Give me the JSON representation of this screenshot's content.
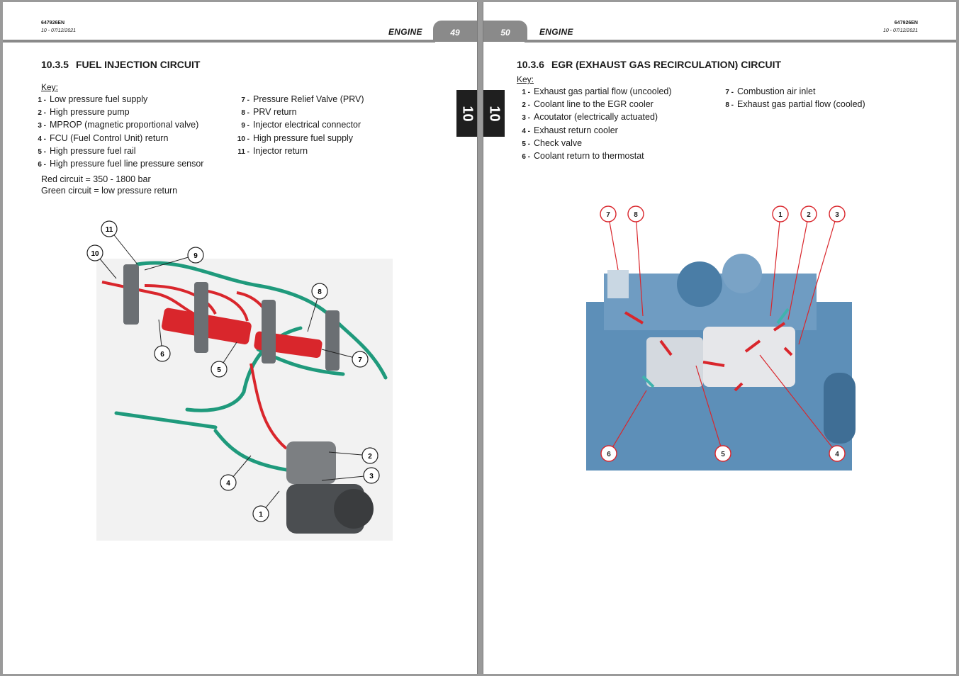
{
  "left_page": {
    "doc_code": "647926EN",
    "doc_date": "10 - 07/12/2021",
    "section_word": "ENGINE",
    "page_number": "49",
    "chapter_tab": "10",
    "section_number": "10.3.5",
    "section_title": "FUEL INJECTION CIRCUIT",
    "key_label": "Key:",
    "key_col1": [
      {
        "num": "1 -",
        "text": "Low pressure fuel supply"
      },
      {
        "num": "2 -",
        "text": "High pressure pump"
      },
      {
        "num": "3 -",
        "text": "MPROP (magnetic proportional valve)"
      },
      {
        "num": "4 -",
        "text": "FCU (Fuel Control Unit) return"
      },
      {
        "num": "5 -",
        "text": "High pressure fuel rail"
      },
      {
        "num": "6 -",
        "text": "High pressure fuel line pressure sensor"
      }
    ],
    "key_col2": [
      {
        "num": "7 -",
        "text": "Pressure Relief Valve (PRV)"
      },
      {
        "num": "8 -",
        "text": "PRV return"
      },
      {
        "num": "9 -",
        "text": "Injector electrical connector"
      },
      {
        "num": "10 -",
        "text": "High pressure fuel supply"
      },
      {
        "num": "11 -",
        "text": "Injector return"
      }
    ],
    "note_red": "Red circuit = 350 - 1800 bar",
    "note_green": "Green circuit = low pressure return",
    "callouts": [
      "1",
      "2",
      "3",
      "4",
      "5",
      "6",
      "7",
      "8",
      "9",
      "10",
      "11"
    ]
  },
  "right_page": {
    "doc_code": "647926EN",
    "doc_date": "10 - 07/12/2021",
    "section_word": "ENGINE",
    "page_number": "50",
    "chapter_tab": "10",
    "section_number": "10.3.6",
    "section_title": "EGR (EXHAUST GAS RECIRCULATION) CIRCUIT",
    "key_label": "Key:",
    "key_col1": [
      {
        "num": "1 -",
        "text": "Exhaust gas partial flow (uncooled)"
      },
      {
        "num": "2 -",
        "text": "Coolant line to the EGR cooler"
      },
      {
        "num": "3 -",
        "text": "Acoutator (electrically actuated)"
      },
      {
        "num": "4 -",
        "text": "Exhaust return cooler"
      },
      {
        "num": "5 -",
        "text": "Check valve"
      },
      {
        "num": "6 -",
        "text": "Coolant return to thermostat"
      }
    ],
    "key_col2": [
      {
        "num": "7 -",
        "text": "Combustion air inlet"
      },
      {
        "num": "8 -",
        "text": "Exhaust gas partial flow (cooled)"
      }
    ],
    "callouts": [
      "1",
      "2",
      "3",
      "4",
      "5",
      "6",
      "7",
      "8"
    ]
  },
  "colors": {
    "header_gray": "#8a8a8a",
    "high_pressure_red": "#d9262c",
    "low_pressure_green": "#1f9a7c",
    "engine_blue": "#4f7fa8",
    "chapter_tab": "#1f1f1f"
  }
}
